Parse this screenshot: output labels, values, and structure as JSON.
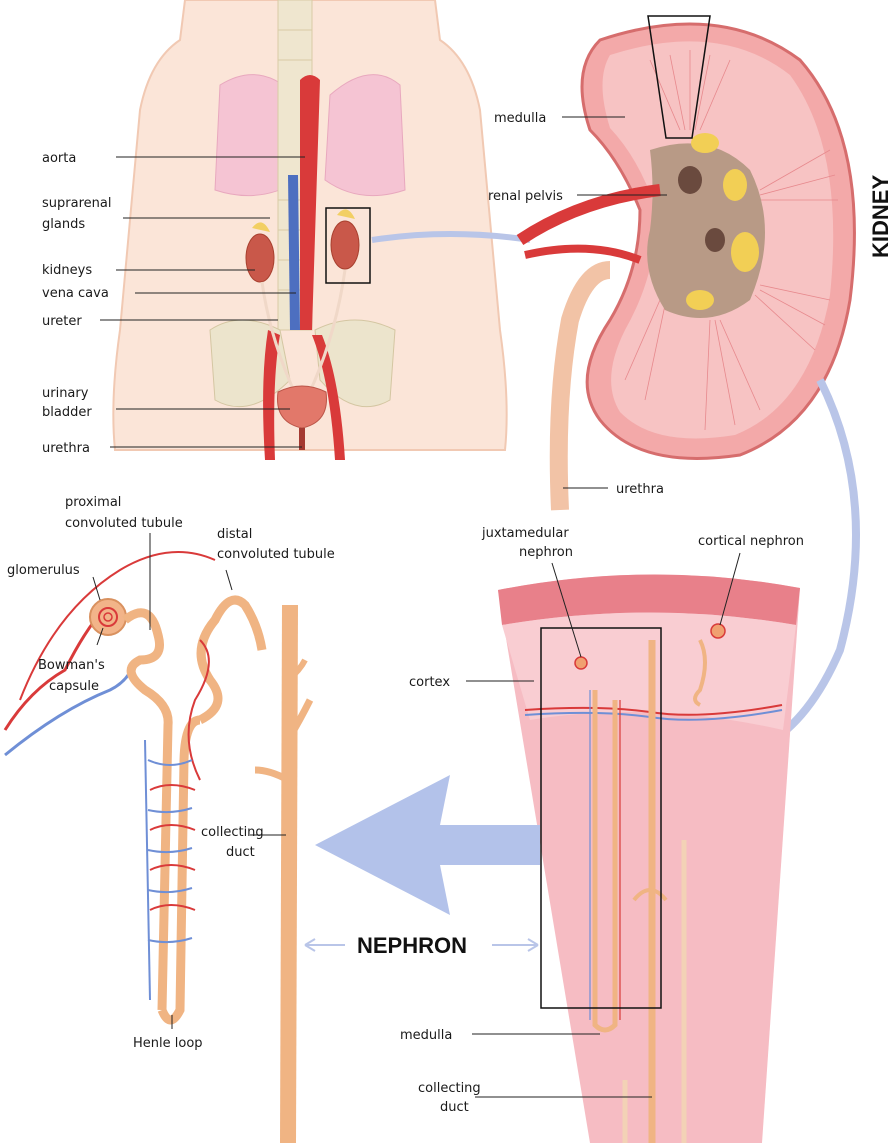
{
  "body_labels": {
    "aorta": "aorta",
    "suprarenal_1": "suprarenal",
    "suprarenal_2": "glands",
    "kidneys": "kidneys",
    "vena_cava": "vena cava",
    "ureter": "ureter",
    "urinary_1": "urinary",
    "urinary_2": "bladder",
    "urethra": "urethra"
  },
  "kidney_labels": {
    "title": "KIDNEY",
    "medulla": "medulla",
    "renal_pelvis": "renal pelvis",
    "urethra": "urethra"
  },
  "nephron_labels": {
    "title": "NEPHRON",
    "proximal_1": "proximal",
    "proximal_2": "convoluted tubule",
    "distal_1": "distal",
    "distal_2": "convoluted tubule",
    "glomerulus": "glomerulus",
    "bowmans_1": "Bowman's",
    "bowmans_2": "capsule",
    "collecting_1": "collecting",
    "collecting_2": "duct",
    "henle": "Henle loop"
  },
  "section_labels": {
    "juxta_1": "juxtamedular",
    "juxta_2": "nephron",
    "cortical": "cortical nephron",
    "cortex": "cortex",
    "medulla": "medulla",
    "collecting_1": "collecting",
    "collecting_2": "duct"
  },
  "colors": {
    "artery": "#d93a3a",
    "vein": "#6f8fd6",
    "tubule": "#f0b483",
    "kidney_pink": "#f2a3a3",
    "arrow_blue": "#b9c5e8",
    "skin": "#fbe3d5"
  }
}
